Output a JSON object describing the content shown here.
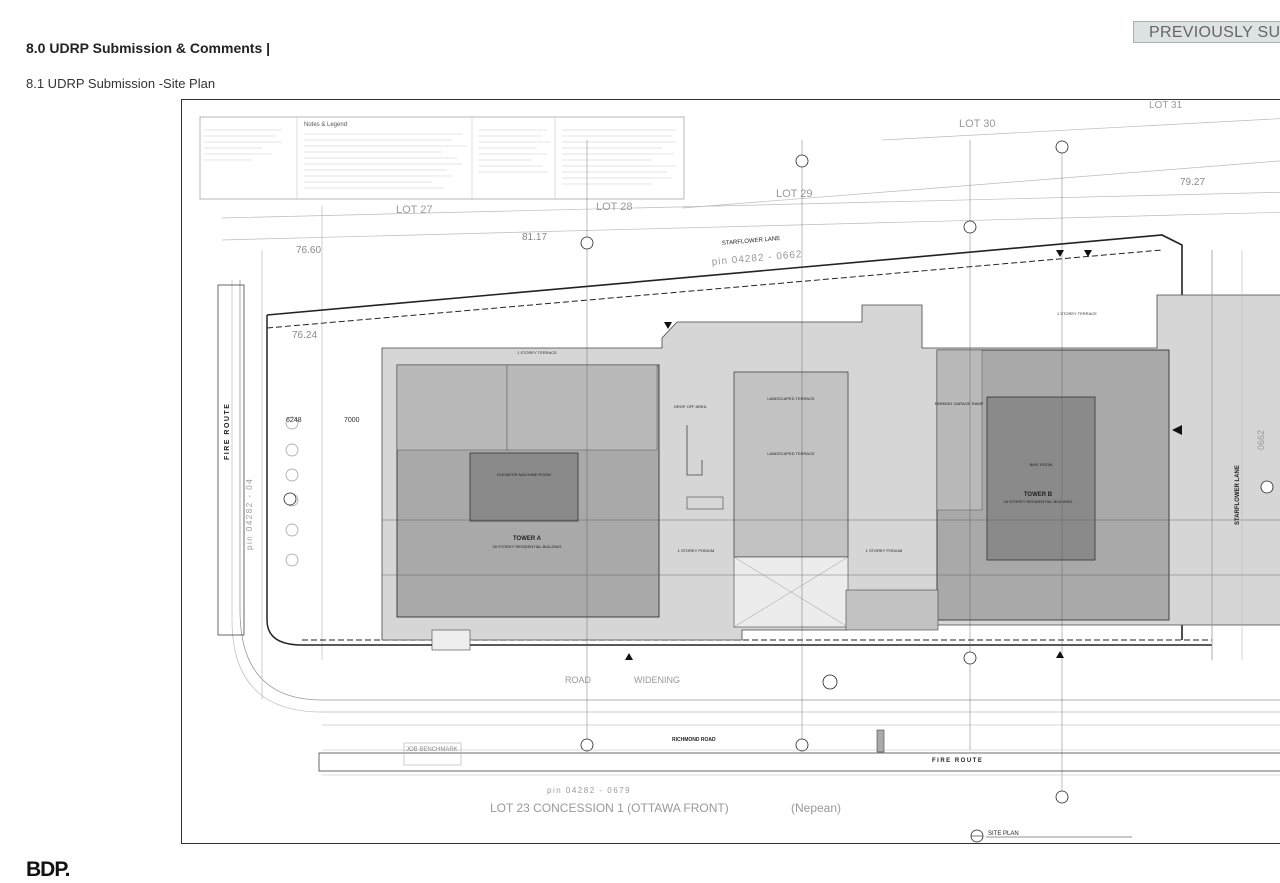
{
  "header": {
    "title": "8.0 UDRP Submission & Comments  |",
    "subtitle": "8.1 UDRP Submission -Site Plan",
    "status_badge": "PREVIOUSLY SU"
  },
  "plan": {
    "lot_labels": [
      "LOT 31",
      "LOT 30",
      "LOT 29",
      "LOT 27",
      "LOT 28"
    ],
    "street_top": "STARFLOWER LANE",
    "street_right": "STARFLOWER LANE",
    "street_bottom": "RICHMOND ROAD",
    "road_widening": "ROAD",
    "widening": "WIDENING",
    "fire_route_left": "FIRE ROUTE",
    "fire_route_bottom": "FIRE ROUTE",
    "pin_top": "pin  04282 - 0662",
    "pin_bottom": "pin   04282  -  0679",
    "pin_left": "pin  04282 - 04",
    "pin_right": "0662",
    "lot_concession": "LOT  23   CONCESSION 1 (OTTAWA FRONT)",
    "nepean": "(Nepean)",
    "tower_a": "TOWER A",
    "tower_a_desc": "30 STOREY RESIDENTIAL BUILDING",
    "tower_b": "TOWER B",
    "tower_b_desc": "28 STOREY RESIDENTIAL BUILDING",
    "landscaped_terrace": "LANDSCAPED TERRACE",
    "one_storey_podium": "1 STOREY PODIUM",
    "job_benchmark": "JOB BENCHMARK",
    "site_plan_label": "SITE PLAN",
    "elev_1": "79.27",
    "elev_2": "76.60",
    "elev_3": "76.24",
    "elev_4": "81.17",
    "dim_1": "6248",
    "dim_2": "7000",
    "notes_title": "Notes & Legend",
    "elevator_room": "ELEVATOR MACHINE ROOM",
    "parking_ramp": "PARKING GARAGE RAMP",
    "bike_room": "BIKE ROOM",
    "drop_off": "DROP OFF AREA",
    "colors": {
      "podium": "#d6d6d6",
      "tower": "#a9a9a9",
      "core": "#8a8a8a",
      "terrace": "#c2c2c2",
      "line": "#333333"
    }
  },
  "logo": "BDP."
}
